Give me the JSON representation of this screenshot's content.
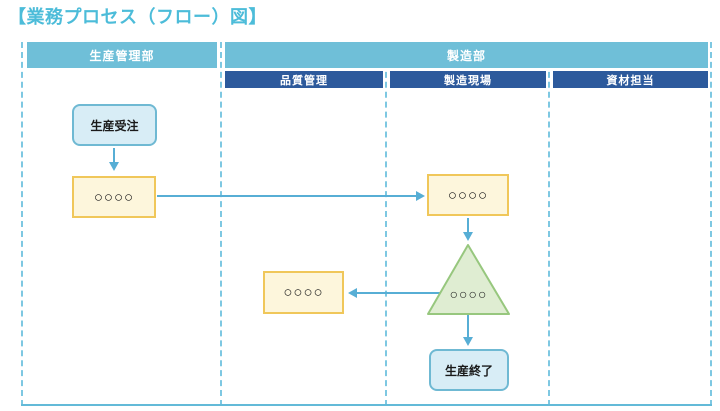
{
  "title": "【業務プロセス（フロー）図】",
  "lanes": {
    "production_management": {
      "label": "生産管理部"
    },
    "manufacturing": {
      "label": "製造部"
    },
    "sub_lanes": [
      {
        "label": "品質管理"
      },
      {
        "label": "製造現場"
      },
      {
        "label": "資材担当"
      }
    ]
  },
  "nodes": {
    "production_order": {
      "label": "生産受注",
      "shape": "rounded-rect"
    },
    "process_a": {
      "label": "○○○○",
      "shape": "rect"
    },
    "process_b": {
      "label": "○○○○",
      "shape": "rect"
    },
    "process_c": {
      "label": "○○○○",
      "shape": "rect"
    },
    "decision": {
      "label": "○○○○",
      "shape": "triangle"
    },
    "production_end": {
      "label": "生産終了",
      "shape": "rounded-rect"
    }
  },
  "colors": {
    "title_text": "#4CBCD9",
    "lane_header_bg": "#6FBFD8",
    "sub_lane_header_bg": "#2D5A9C",
    "header_text": "#FFFFFF",
    "lane_divider": "#7EC8E2",
    "bottom_border": "#63BAD8",
    "arrow": "#57AED5",
    "process_fill": "#FDF6DC",
    "process_border": "#F0C75A",
    "terminal_fill": "#D8EDF6",
    "terminal_border": "#6FB9D3",
    "decision_fill": "#DFEDD2",
    "decision_border": "#97C77E",
    "node_text": "#1A1A1A"
  }
}
